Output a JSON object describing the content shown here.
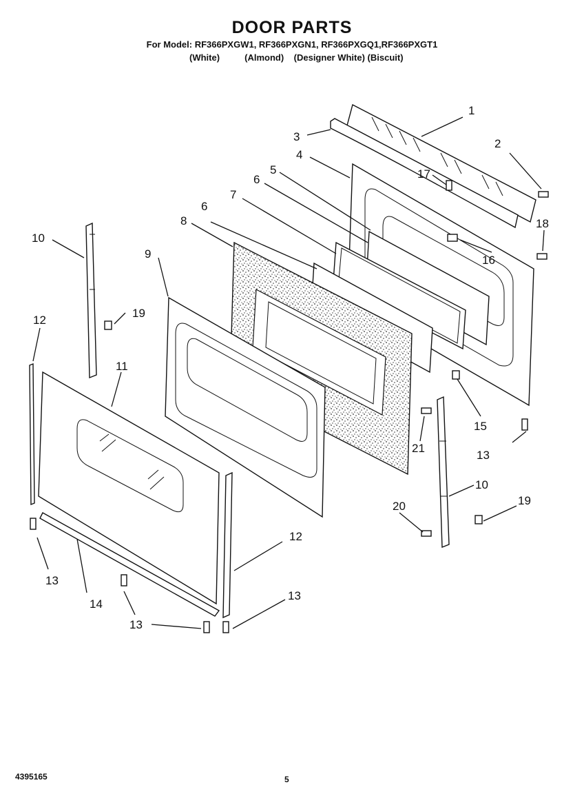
{
  "header": {
    "title": "DOOR PARTS",
    "models": "For Model: RF366PXGW1, RF366PXGN1, RF366PXGQ1,RF366PXGT1",
    "colors": "(White)          (Almond)    (Designer White) (Biscuit)"
  },
  "footer": {
    "part_number": "4395165",
    "page_number": "5"
  },
  "callouts": {
    "c1": "1",
    "c2": "2",
    "c3": "3",
    "c4": "4",
    "c5": "5",
    "c6a": "6",
    "c6b": "6",
    "c7": "7",
    "c8": "8",
    "c9": "9",
    "c10a": "10",
    "c10b": "10",
    "c11": "11",
    "c12a": "12",
    "c12b": "12",
    "c13a": "13",
    "c13b": "13",
    "c13c": "13",
    "c13d": "13",
    "c14": "14",
    "c15": "15",
    "c16": "16",
    "c17": "17",
    "c18": "18",
    "c19a": "19",
    "c19b": "19",
    "c20": "20",
    "c21": "21"
  }
}
